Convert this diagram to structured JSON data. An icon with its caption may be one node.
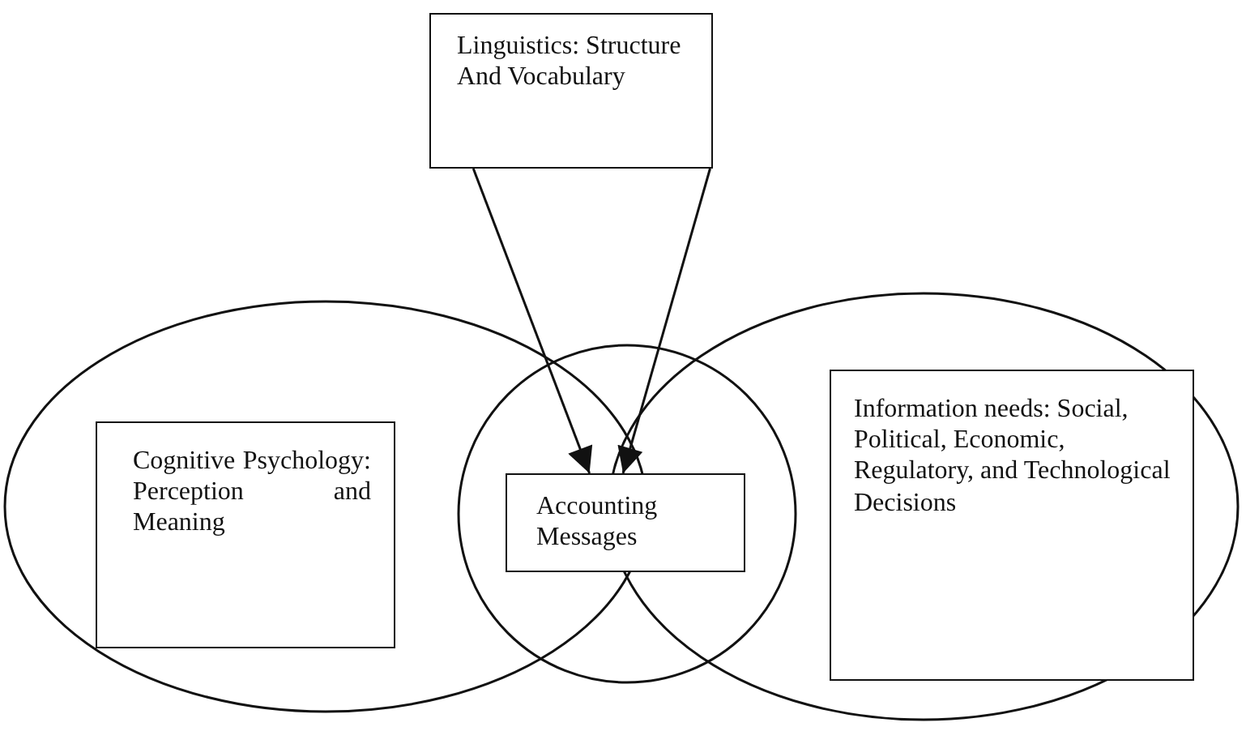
{
  "diagram": {
    "nodes": [
      {
        "text": [
          "Linguistics: Structure And Vocabulary"
        ]
      },
      {
        "text": [],
        "shape": "ellipse"
      },
      {
        "text": [
          "Cognitive Psychology: Perception and Meaning"
        ],
        "in": 1
      },
      {
        "text": [],
        "shape": "circle"
      },
      {
        "text": [
          "Accounting Messages"
        ],
        "in": 3
      },
      {
        "text": [],
        "shape": "ellipse"
      },
      {
        "text": [
          "Information needs: Social, Political, Economic, Regulatory, and Technological Decisions"
        ],
        "in": 5
      }
    ],
    "edges": [
      {
        "from": 0,
        "to": 4,
        "arrow": "to"
      },
      {
        "from": 0,
        "to": 4,
        "arrow": "to"
      }
    ]
  }
}
